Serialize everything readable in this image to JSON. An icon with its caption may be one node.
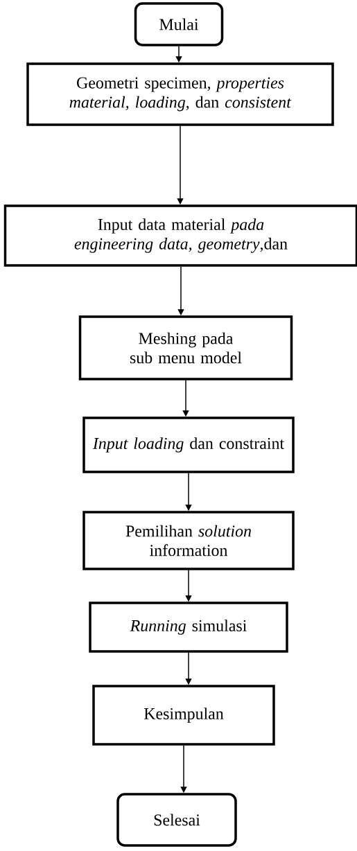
{
  "diagram": {
    "nodes": [
      {
        "text": [
          "Mulai"
        ]
      },
      {
        "text": [
          "Geometri specimen, *properties material, loading*, dan *consistent*"
        ]
      },
      {
        "text": [
          "Input data material *pada engineering data, geometry*,dan"
        ]
      },
      {
        "text": [
          "Meshing pada sub menu model"
        ]
      },
      {
        "text": [
          "*Input loading* dan constraint"
        ]
      },
      {
        "text": [
          "Pemilihan *solution* information"
        ]
      },
      {
        "text": [
          "*Running* simulasi"
        ]
      },
      {
        "text": [
          "Kesimpulan"
        ]
      },
      {
        "text": [
          "Selesai"
        ]
      }
    ],
    "edges": [
      {
        "from": 0,
        "to": 1,
        "arrow": "to"
      },
      {
        "from": 1,
        "to": 2,
        "arrow": "to"
      },
      {
        "from": 2,
        "to": 3,
        "arrow": "to"
      },
      {
        "from": 3,
        "to": 4,
        "arrow": "to"
      },
      {
        "from": 4,
        "to": 5,
        "arrow": "to"
      },
      {
        "from": 5,
        "to": 6,
        "arrow": "to"
      },
      {
        "from": 6,
        "to": 7,
        "arrow": "to"
      },
      {
        "from": 7,
        "to": 8,
        "arrow": "to"
      }
    ]
  }
}
